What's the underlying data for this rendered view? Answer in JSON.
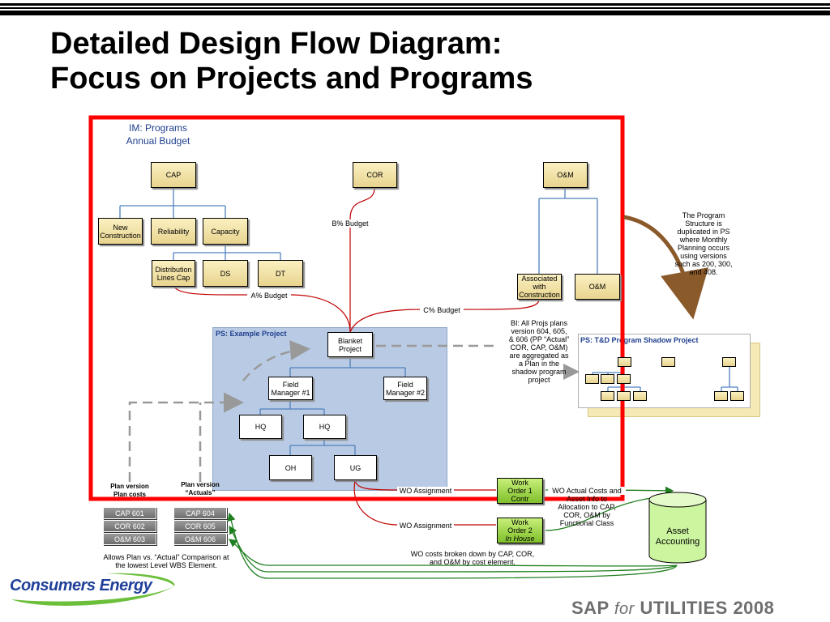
{
  "slide": {
    "title_line1": "Detailed Design Flow Diagram:",
    "title_line2": "Focus on Projects and Programs"
  },
  "im_programs": {
    "label_line1": "IM:  Programs",
    "label_line2": "Annual Budget",
    "cap": "CAP",
    "cor": "COR",
    "om": "O&M",
    "new_construction_1": "New",
    "new_construction_2": "Construction",
    "reliability": "Reliability",
    "capacity": "Capacity",
    "distribution_1": "Distribution",
    "distribution_2": "Lines Cap",
    "ds": "DS",
    "dt": "DT",
    "associated_1": "Associated",
    "associated_2": "with",
    "associated_3": "Construction",
    "om_child": "O&M",
    "b_budget": "B% Budget",
    "a_budget": "A% Budget",
    "c_budget": "C% Budget"
  },
  "ps_example": {
    "label": "PS: Example Project",
    "blanket_1": "Blanket",
    "blanket_2": "Project",
    "fm1_1": "Field",
    "fm1_2": "Manager #1",
    "fm2_1": "Field",
    "fm2_2": "Manager #2",
    "hq1": "HQ",
    "hq2": "HQ",
    "oh": "OH",
    "ug": "UG"
  },
  "ps_shadow": {
    "label": "PS: T&D Program Shadow Project"
  },
  "notes": {
    "program_structure": [
      "The Program",
      "Structure is",
      "duplicated in PS",
      "where Monthly",
      "Planning occurs",
      "using versions",
      "such as 200, 300,",
      "and 408."
    ],
    "bi_note": [
      "BI: All Projs plans",
      "version 604, 605,",
      "& 606 (PP “Actual”",
      "COR, CAP, O&M)",
      "are aggregated as",
      "a Plan in the",
      "shadow program",
      "project"
    ],
    "wo_actual": [
      "WO Actual Costs and",
      "Asset Info to",
      "Allocation to CAP,",
      "COR, O&M by",
      "Functional Class"
    ],
    "wo_costs": [
      "WO costs broken down by CAP, COR,",
      "and O&M by cost element."
    ],
    "allows_plan": [
      "Allows Plan vs. “Actual” Comparison at",
      "the lowest Level WBS Element."
    ]
  },
  "work_orders": {
    "wo1": [
      "Work",
      "Order 1",
      "Contr"
    ],
    "wo2": [
      "Work",
      "Order 2",
      "In House"
    ],
    "wo_assignment_1": "WO Assignment",
    "wo_assignment_2": "WO Assignment"
  },
  "asset_accounting": {
    "line1": "Asset",
    "line2": "Accounting"
  },
  "plan_versions": {
    "plan_costs_header_1": "Plan version",
    "plan_costs_header_2": "Plan costs",
    "actuals_header_1": "Plan version",
    "actuals_header_2": "“Actuals”",
    "plan_costs": [
      "CAP 601",
      "COR 602",
      "O&M 603"
    ],
    "actuals": [
      "CAP 604",
      "COR 605",
      "O&M 606"
    ]
  },
  "footer": {
    "consumers_energy": "Consumers Energy",
    "sap_prefix": "SAP",
    "sap_for": "for",
    "sap_suffix": "UTILITIES 2008"
  },
  "colors": {
    "highlight_red": "#ff0000",
    "connector_blue": "#4f81bd",
    "budget_red": "#c00000",
    "asset_green": "#1f7f1f",
    "panel_blue": "#b9cbe4",
    "title_blue": "#1f3f8f",
    "curve_brown": "#8b5a2b"
  }
}
